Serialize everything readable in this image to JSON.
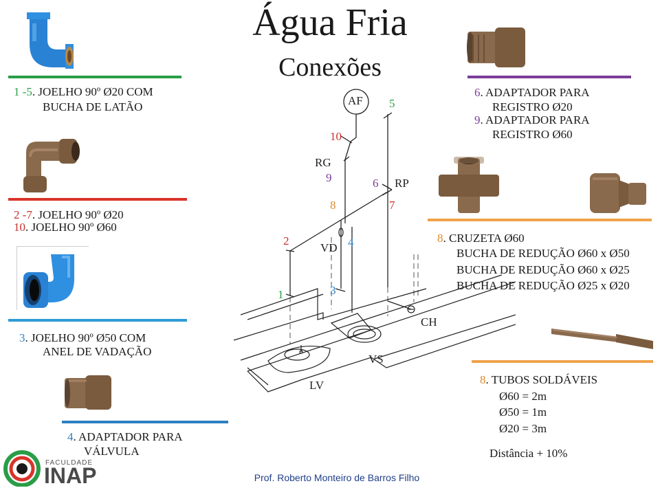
{
  "header": {
    "title": "Água Fria",
    "subtitle": "Conexões"
  },
  "items": {
    "joelho_latao": {
      "num": "1 -5",
      "text1": ". JOELHO 90º Ø20 COM",
      "text2": "BUCHA DE LATÃO"
    },
    "joelho_20": {
      "num": "2 -7",
      "text": ". JOELHO 90º Ø20"
    },
    "joelho_60": {
      "num": "10",
      "text": ". JOELHO 90º  Ø60"
    },
    "joelho_50": {
      "num": "3",
      "text1": ". JOELHO 90º Ø50 COM",
      "text2": "ANEL DE VADAÇÃO"
    },
    "adapt_valvula": {
      "num": "4",
      "text1": ". ADAPTADOR PARA",
      "text2": "VÁLVULA"
    },
    "adapt_registro20": {
      "num": "6",
      "text1": ". ADAPTADOR PARA",
      "text2": "REGISTRO Ø20"
    },
    "adapt_registro60": {
      "num": "9",
      "text1": ". ADAPTADOR PARA",
      "text2": "REGISTRO Ø60"
    },
    "cruzeta": {
      "num": "8",
      "text": ". CRUZETA Ø60",
      "l1": "BUCHA DE REDUÇÃO Ø60 x Ø50",
      "l2": "BUCHA DE REDUÇÃO Ø60 x Ø25",
      "l3": "BUCHA DE REDUÇÃO Ø25 x Ø20"
    },
    "tubos": {
      "num": "8",
      "text": ". TUBOS SOLDÁVEIS",
      "l1": "Ø60 = 2m",
      "l2": "Ø50 = 1m",
      "l3": "Ø20 = 3m",
      "note": "Distância + 10%"
    }
  },
  "diagram": {
    "af": "AF",
    "n5": "5",
    "n10": "10",
    "rg": "RG",
    "n9": "9",
    "n6": "6",
    "rp": "RP",
    "n8": "8",
    "n7": "7",
    "n2": "2",
    "vd": "VD",
    "n4": "4",
    "n1": "1",
    "n3": "3",
    "ch": "CH",
    "vs": "VS",
    "lv": "LV"
  },
  "footer": {
    "author": "Prof. Roberto Monteiro de Barros Filho"
  },
  "logo": {
    "line1": "FACULDADE",
    "line2": "INAP"
  },
  "colors": {
    "green": "#2a9d47",
    "red": "#d9342b",
    "blue": "#2e9bd6",
    "purple": "#7a3e98",
    "orange": "#f0a24a",
    "pvc_blue": "#2f8fe0",
    "pvc_brown": "#8a6a4c"
  }
}
